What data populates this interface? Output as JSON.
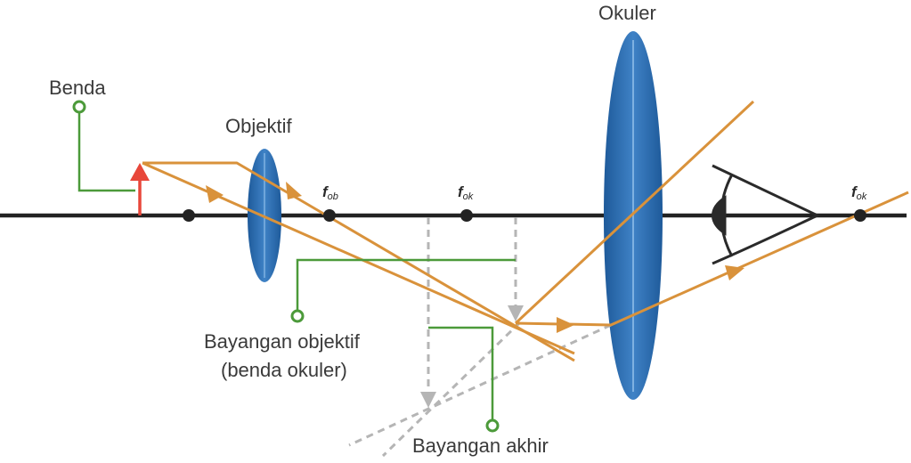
{
  "labels": {
    "benda": "Benda",
    "objektif": "Objektif",
    "okuler": "Okuler",
    "bayangan_objektif_1": "Bayangan objektif",
    "bayangan_objektif_2": "(benda okuler)",
    "bayangan_akhir": "Bayangan akhir"
  },
  "focal_labels": {
    "fob": {
      "main": "f",
      "sub": "ob"
    },
    "fok_left": {
      "main": "f",
      "sub": "ok"
    },
    "fok_right": {
      "main": "f",
      "sub": "ok"
    }
  },
  "colors": {
    "axis": "#222222",
    "lens": "#2f6fb3",
    "ray": "#d9923b",
    "leader": "#4c9a3a",
    "object_arrow": "#e8473a",
    "virtual": "#b5b5b5",
    "text": "#3a3a3a"
  }
}
